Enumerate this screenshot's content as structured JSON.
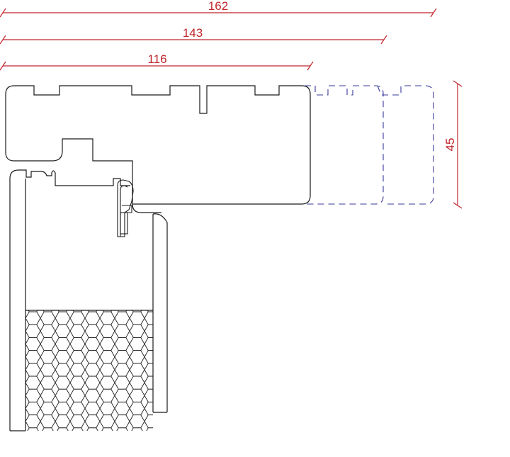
{
  "dimensions": {
    "width_162": "162",
    "width_143": "143",
    "width_116": "116",
    "height_45": "45"
  },
  "colors": {
    "dimension": "#c0262d",
    "outline": "#1a1a1a",
    "dashed_outline": "#3a3a9a",
    "background": "#ffffff"
  },
  "fill_pattern": "hexagonal-honeycomb"
}
